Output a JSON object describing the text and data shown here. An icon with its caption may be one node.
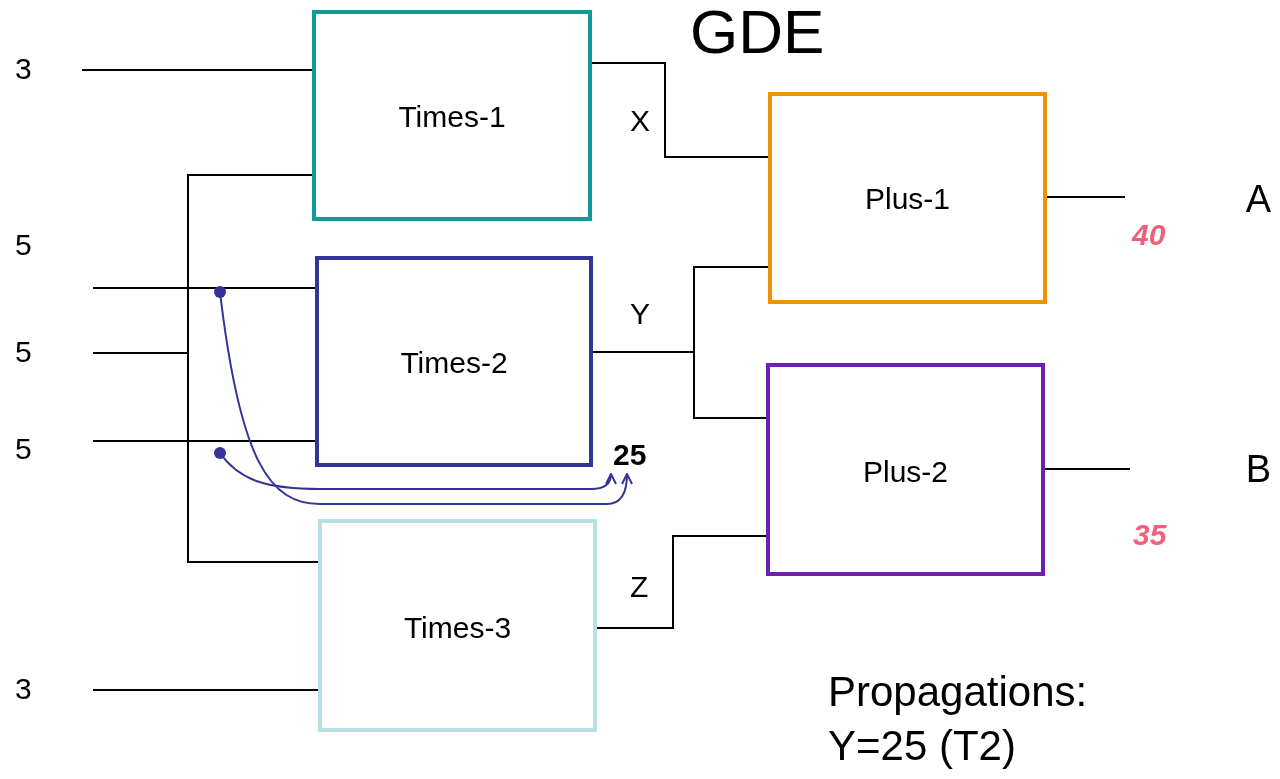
{
  "diagram": {
    "title": "GDE",
    "nodes": [
      {
        "text": [
          "3"
        ]
      },
      {
        "text": [
          "5"
        ]
      },
      {
        "text": [
          "5"
        ]
      },
      {
        "text": [
          "5"
        ]
      },
      {
        "text": [
          "3"
        ]
      },
      {
        "text": [
          "Times-1"
        ]
      },
      {
        "text": [
          "Times-2"
        ]
      },
      {
        "text": [
          "Times-3"
        ]
      },
      {
        "text": [
          "Plus-1"
        ]
      },
      {
        "text": [
          "Plus-2"
        ]
      },
      {
        "text": [
          "A"
        ],
        "beside": [
          "40"
        ]
      },
      {
        "text": [
          "B"
        ],
        "beside": [
          "35"
        ]
      },
      {
        "text": [],
        "shape": "circle"
      },
      {
        "text": [],
        "shape": "circle"
      },
      {
        "text": [
          "25"
        ]
      }
    ],
    "edges": [
      {
        "from": 0,
        "to": 5,
        "arrow": "none"
      },
      {
        "from": 1,
        "to": 6,
        "arrow": "none"
      },
      {
        "from": 2,
        "to": 5,
        "arrow": "none"
      },
      {
        "from": 2,
        "to": 7,
        "arrow": "none"
      },
      {
        "from": 3,
        "to": 6,
        "arrow": "none"
      },
      {
        "from": 4,
        "to": 7,
        "arrow": "none"
      },
      {
        "from": 5,
        "to": 8,
        "arrow": "none",
        "label": "X"
      },
      {
        "from": 6,
        "to": 8,
        "arrow": "none",
        "label": "Y"
      },
      {
        "from": 6,
        "to": 9,
        "arrow": "none"
      },
      {
        "from": 7,
        "to": 9,
        "arrow": "none",
        "label": "Z"
      },
      {
        "from": 8,
        "to": 10,
        "arrow": "none"
      },
      {
        "from": 9,
        "to": 11,
        "arrow": "none"
      },
      {
        "from": 12,
        "to": 14,
        "arrow": "to",
        "color": "#343399"
      },
      {
        "from": 13,
        "to": 14,
        "arrow": "to",
        "color": "#343399"
      }
    ],
    "labels": [
      "Propagations:",
      "Y=25 (T2)"
    ]
  }
}
